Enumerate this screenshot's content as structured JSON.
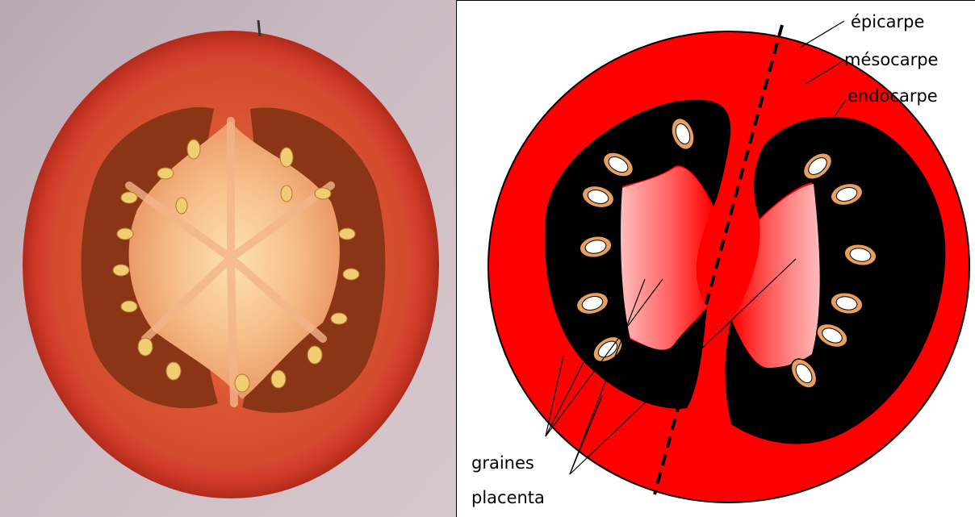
{
  "photo": {
    "subject": "tomato cross-section photograph"
  },
  "diagram": {
    "labels": {
      "epicarpe": "épicarpe",
      "mesocarpe": "mésocarpe",
      "endocarpe": "endocarpe",
      "graines": "graines",
      "placenta": "placenta"
    },
    "colors": {
      "mesocarpe": "#ff0000",
      "cavity": "#000000",
      "seed_coat": "#e8a060",
      "seed": "#ffffff",
      "placenta_center": "#ff9999"
    }
  }
}
